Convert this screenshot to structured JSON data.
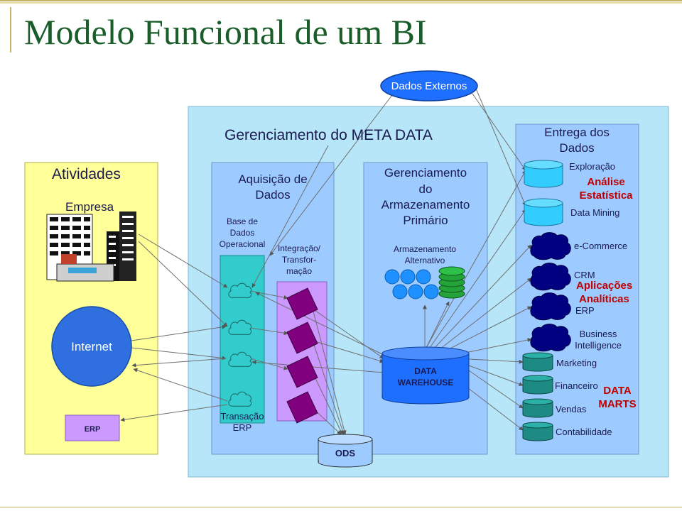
{
  "title": "Modelo Funcional de um BI",
  "colors": {
    "title": "#1a5c2a",
    "outer_panel": "#b6e6f8",
    "activities_panel": "#ffff99",
    "column_panel": "#9ecbff",
    "cloud": "#33cccc",
    "diamond": "#800080",
    "internet": "#2f6fe0",
    "navy_blob": "#000080",
    "teal_cylinder": "#1d8a84",
    "green_cylinder": "#23a33a",
    "red_label": "#c00000"
  },
  "diagram": {
    "external_data": "Dados Externos",
    "meta_data_header": "Gerenciamento do META DATA",
    "activities": {
      "title": "Atividades",
      "company": "Empresa",
      "internet": "Internet",
      "erp": "ERP"
    },
    "acquisition": {
      "title_line1": "Aquisição de",
      "title_line2": "Dados",
      "base_line1": "Base de",
      "base_line2": "Dados",
      "base_line3": "Operacional",
      "integ_line1": "Integração/",
      "integ_line2": "Transfor-",
      "integ_line3": "mação",
      "transaction_line1": "Transação",
      "transaction_line2": "ERP",
      "ods": "ODS"
    },
    "storage": {
      "title_line1": "Gerenciamento",
      "title_line2": "do",
      "title_line3": "Armazenamento",
      "title_line4": "Primário",
      "alt_line1": "Armazenamento",
      "alt_line2": "Alternativo",
      "dw_line1": "DATA",
      "dw_line2": "WAREHOUSE"
    },
    "delivery": {
      "title_line1": "Entrega dos",
      "title_line2": "Dados",
      "exploration": "Exploração",
      "stat_line1": "Análise",
      "stat_line2": "Estatística",
      "data_mining": "Data Mining",
      "ecommerce": "e-Commerce",
      "crm": "CRM",
      "apps_line1": "Aplicações",
      "apps_line2": "Analíticas",
      "erp": "ERP",
      "bi_line1": "Business",
      "bi_line2": "Intelligence",
      "marketing": "Marketing",
      "financeiro": "Financeiro",
      "vendas": "Vendas",
      "contabilidade": "Contabilidade",
      "marts_line1": "DATA",
      "marts_line2": "MARTS"
    }
  }
}
